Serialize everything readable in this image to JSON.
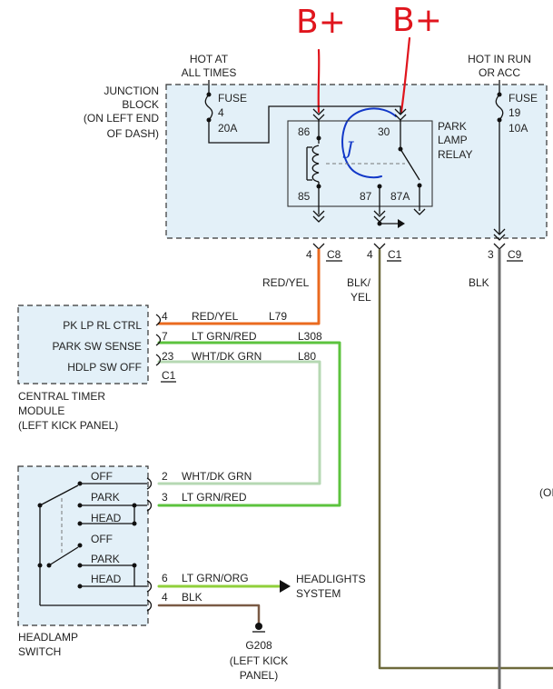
{
  "annotations": {
    "bplus_left": "B+",
    "bplus_right": "B+",
    "relay_mark": "J"
  },
  "junction_block": {
    "label": [
      "JUNCTION",
      "BLOCK",
      "(ON LEFT END",
      "OF DASH)"
    ],
    "hot_at_all_times": [
      "HOT AT",
      "ALL TIMES"
    ],
    "hot_in_run": [
      "HOT IN RUN",
      "OR ACC"
    ],
    "fuse4": [
      "FUSE",
      "4",
      "20A"
    ],
    "fuse19": [
      "FUSE",
      "19",
      "10A"
    ],
    "relay_label": [
      "PARK",
      "LAMP",
      "RELAY"
    ],
    "pins": {
      "p86": "86",
      "p85": "85",
      "p30": "30",
      "p87": "87",
      "p87a": "87A"
    }
  },
  "connectors": {
    "c8": {
      "pin": "4",
      "name": "C8"
    },
    "c1": {
      "pin": "4",
      "name": "C1"
    },
    "c9": {
      "pin": "3",
      "name": "C9"
    }
  },
  "wires": {
    "red_yel": "RED/YEL",
    "blk_yel": [
      "BLK/",
      "YEL"
    ],
    "blk": "BLK"
  },
  "ctm": {
    "rows": [
      {
        "label": "PK LP RL CTRL",
        "pin": "4",
        "color": "RED/YEL",
        "circuit": "L79"
      },
      {
        "label": "PARK SW SENSE",
        "pin": "7",
        "color": "LT GRN/RED",
        "circuit": "L308"
      },
      {
        "label": "HDLP SW OFF",
        "pin": "23",
        "color": "WHT/DK GRN",
        "circuit": "L80"
      }
    ],
    "connector": "C1",
    "name": [
      "CENTRAL TIMER",
      "MODULE",
      "(LEFT KICK PANEL)"
    ]
  },
  "headlamp_switch": {
    "positions": [
      "OFF",
      "PARK",
      "HEAD",
      "OFF",
      "PARK",
      "HEAD"
    ],
    "pins": [
      {
        "pin": "2",
        "color": "WHT/DK GRN"
      },
      {
        "pin": "3",
        "color": "LT GRN/RED"
      },
      {
        "pin": "6",
        "color": "LT GRN/ORG"
      },
      {
        "pin": "4",
        "color": "BLK"
      }
    ],
    "name": [
      "HEADLAMP",
      "SWITCH"
    ]
  },
  "headlights": [
    "HEADLIGHTS",
    "SYSTEM"
  ],
  "ground": {
    "id": "G208",
    "loc": [
      "(LEFT KICK",
      "PANEL)"
    ]
  },
  "clipped_text": "(OI",
  "colors": {
    "red_yel": "#ea6a1f",
    "lt_grn_red": "#5cc33e",
    "wht_dk_grn": "#b6d8b3",
    "blk_yel": "#6e6a3c",
    "blk": "#6b6b6b",
    "lt_grn_org": "#8fcf3a",
    "blk_brown": "#7a5a45",
    "pen_red": "#e0151d",
    "pen_blue": "#1238c8",
    "box_fill": "#e3f0f8"
  }
}
